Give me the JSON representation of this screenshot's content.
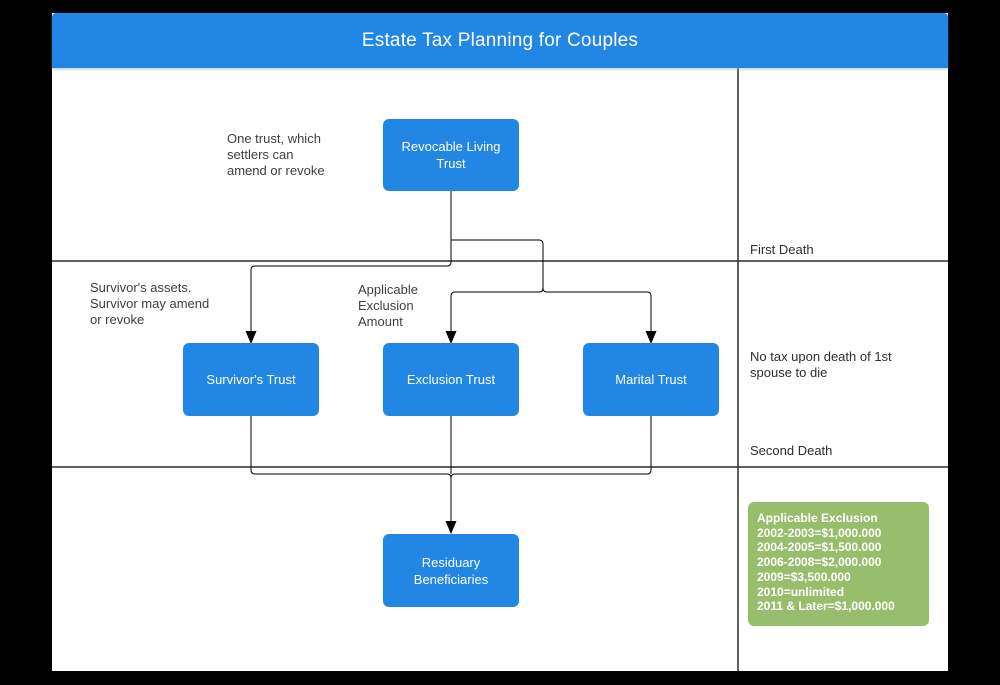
{
  "title": "Estate Tax Planning for Couples",
  "nodes": {
    "revocable": {
      "label": "Revocable Living Trust"
    },
    "survivors": {
      "label": "Survivor's Trust"
    },
    "exclusion": {
      "label": "Exclusion Trust"
    },
    "marital": {
      "label": "Marital Trust"
    },
    "residuary": {
      "label": "Residuary Beneficiaries"
    }
  },
  "annotations": {
    "one_trust": "One trust, which\nsettlers can\namend or revoke",
    "survivors_assets": "Survivor's assets.\nSurvivor may amend\nor revoke",
    "applicable_exclusion_amount": "Applicable\nExclusion\nAmount"
  },
  "sidebar": {
    "first_death": "First Death",
    "no_tax": "No tax upon death of 1st\nspouse to die",
    "second_death": "Second Death"
  },
  "exclusion_table": {
    "title": "Applicable Exclusion",
    "rows": [
      "2002-2003=$1,000.000",
      "2004-2005=$1,500.000",
      "2006-2008=$2,000.000",
      "2009=$3,500.000",
      "2010=unlimited",
      "2011 & Later=$1,000.000"
    ]
  },
  "colors": {
    "accent_blue": "#2287e4",
    "note_green": "#97be6c",
    "surface": "#ffffff",
    "background": "#000000",
    "line": "#000000"
  }
}
